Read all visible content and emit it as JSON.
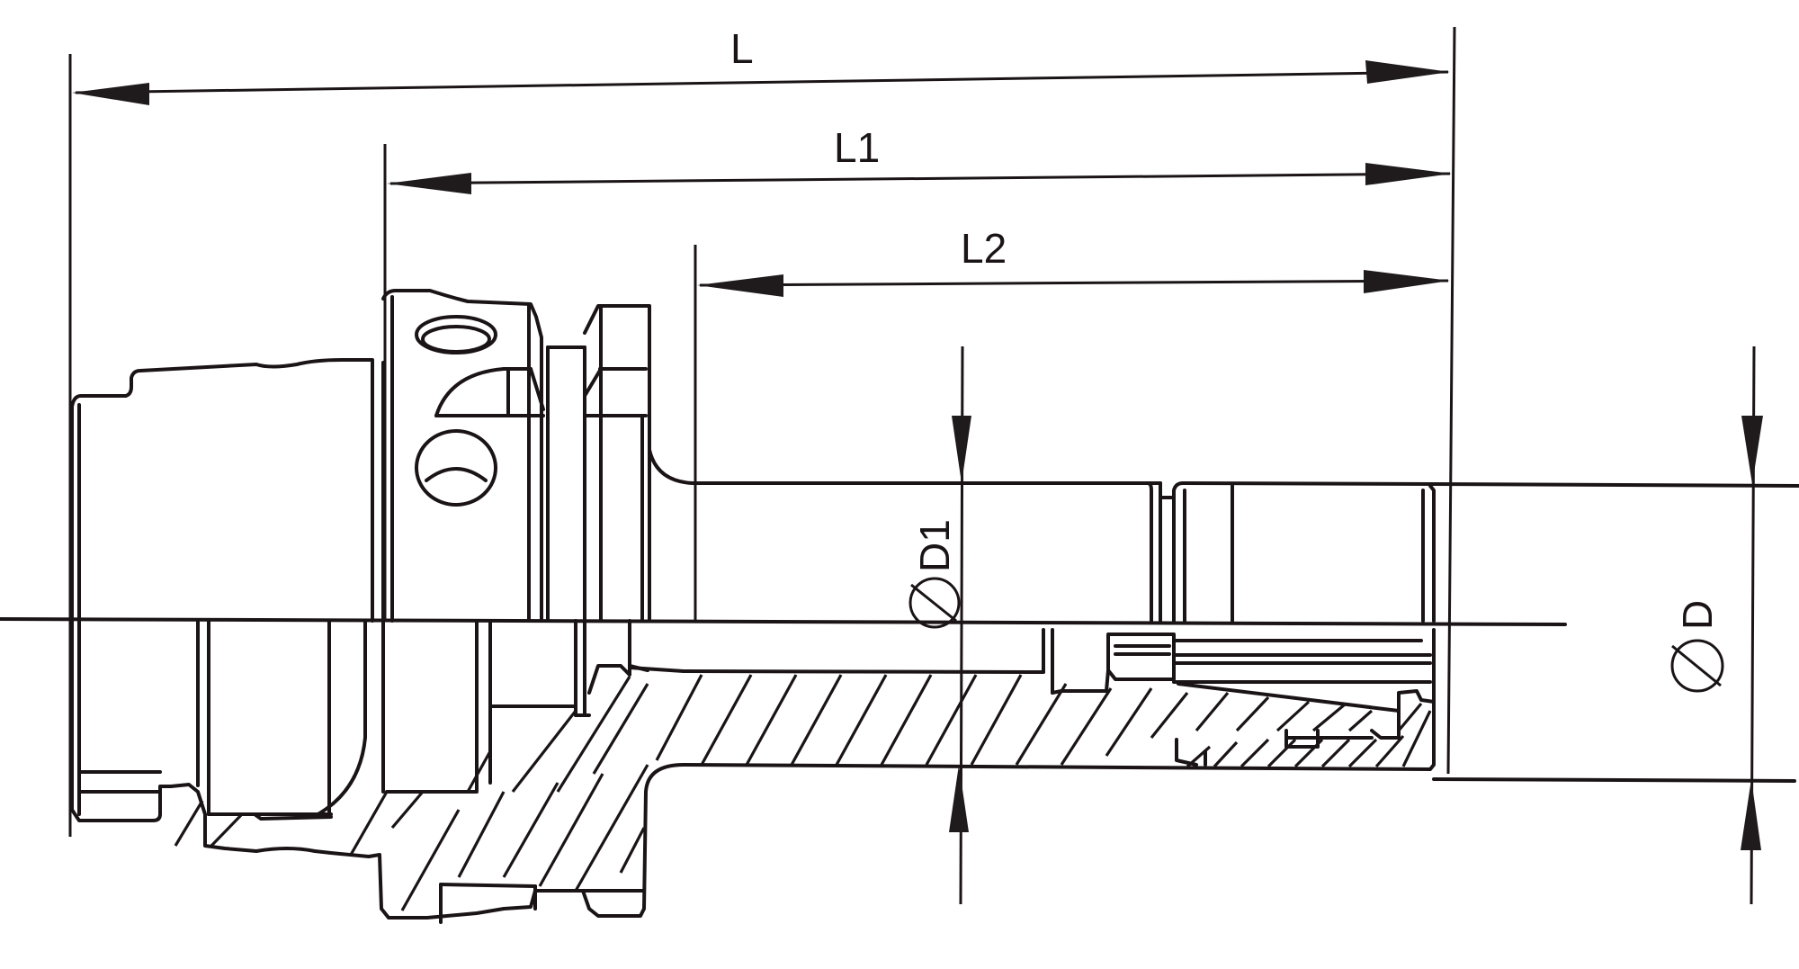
{
  "drawing": {
    "subject": "tool holder cross-section with dimensions",
    "line_color": "#1a1416",
    "background": "#ffffff"
  },
  "dimensions": {
    "L": {
      "label": "L"
    },
    "L1": {
      "label": "L1"
    },
    "L2": {
      "label": "L2"
    },
    "D1": {
      "label": "D1",
      "symbol": "diameter-symbol"
    },
    "D": {
      "label": "D",
      "symbol": "diameter-symbol"
    }
  }
}
